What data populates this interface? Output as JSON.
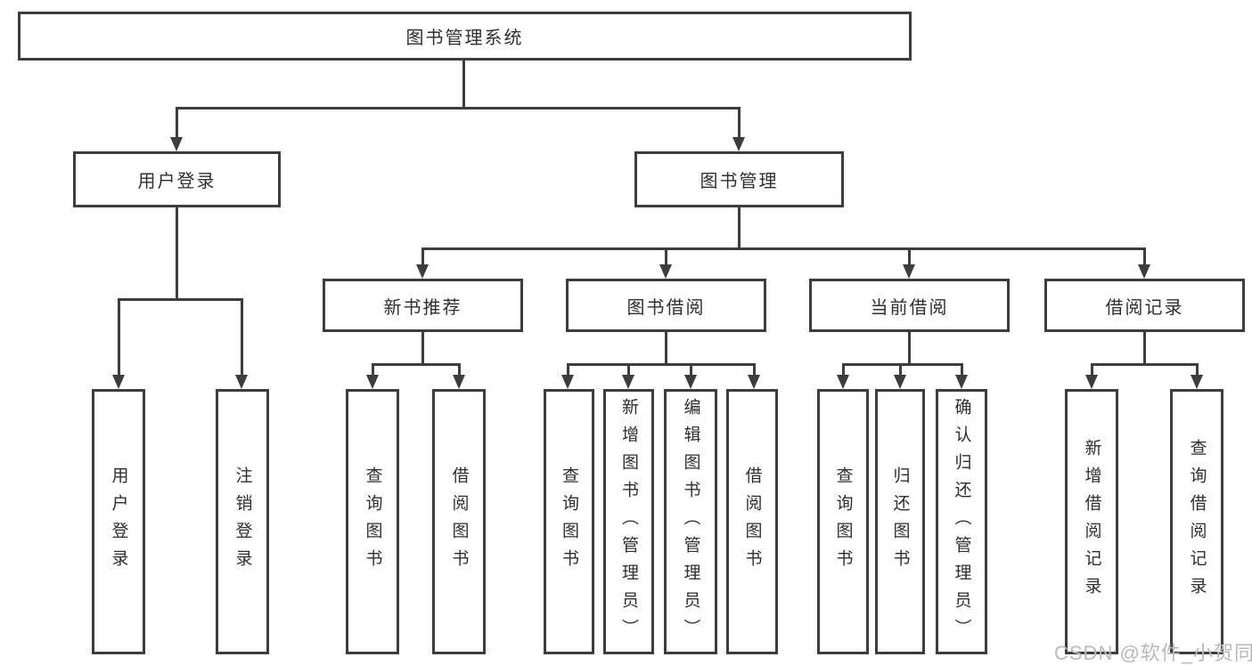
{
  "tree": {
    "root": {
      "label": "图书管理系统"
    },
    "children": [
      {
        "label": "用户登录",
        "children": [
          {
            "label": "用户登录"
          },
          {
            "label": "注销登录"
          }
        ]
      },
      {
        "label": "图书管理",
        "children": [
          {
            "label": "新书推荐",
            "children": [
              {
                "label": "查询图书"
              },
              {
                "label": "借阅图书"
              }
            ]
          },
          {
            "label": "图书借阅",
            "children": [
              {
                "label": "查询图书"
              },
              {
                "label": "新增图书（管理员）"
              },
              {
                "label": "编辑图书（管理员）"
              },
              {
                "label": "借阅图书"
              }
            ]
          },
          {
            "label": "当前借阅",
            "children": [
              {
                "label": "查询图书"
              },
              {
                "label": "归还图书"
              },
              {
                "label": "确认归还（管理员）"
              }
            ]
          },
          {
            "label": "借阅记录",
            "children": [
              {
                "label": "新增借阅记录"
              },
              {
                "label": "查询借阅记录"
              }
            ]
          }
        ]
      }
    ]
  },
  "watermark": {
    "text": "CSDN @软件_小贺同学"
  },
  "colors": {
    "line": "#3d3d3d",
    "text": "#2f2f2f",
    "background": "#ffffff",
    "watermark": "#b9b9b9"
  }
}
